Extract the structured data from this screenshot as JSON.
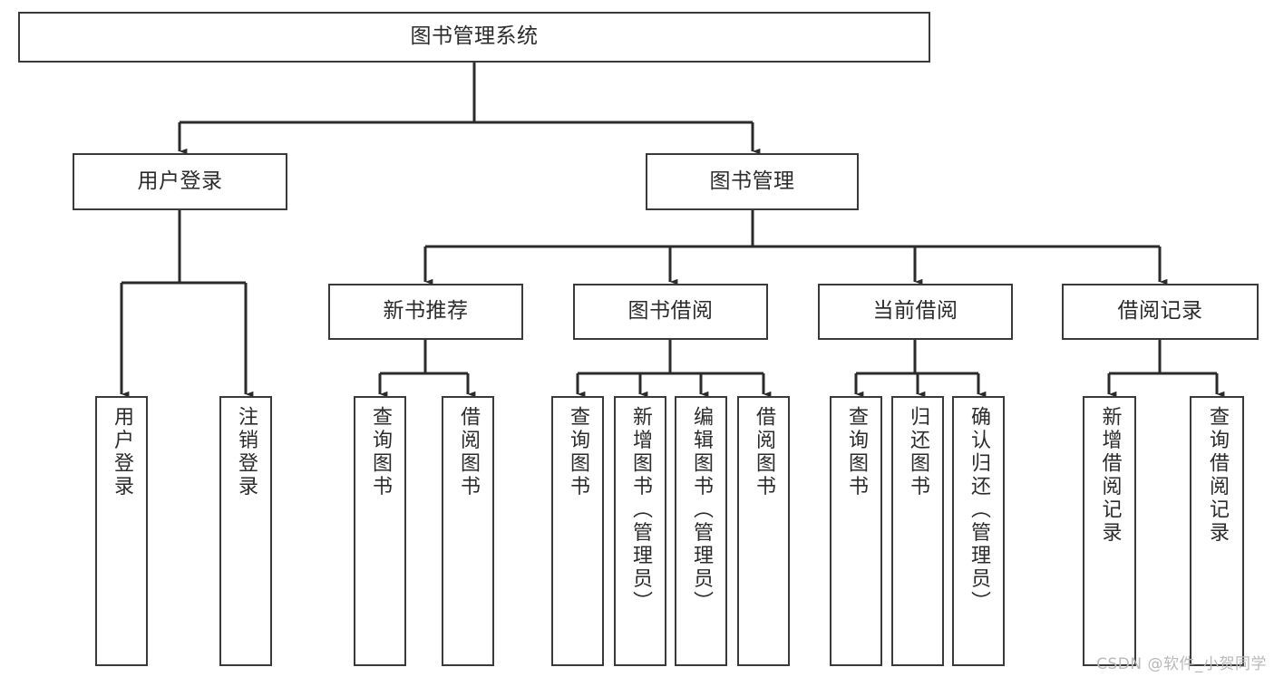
{
  "diagram": {
    "title": "图书管理系统",
    "type": "hierarchy-tree",
    "watermark": "CSDN @软件_小贺同学",
    "colors": {
      "box_border": "#3a3a3a",
      "box_fill": "#ffffff",
      "text": "#2b2b2b",
      "connector": "#2b2b2b",
      "watermark": "#b9b9b9",
      "background": "#ffffff"
    },
    "nodes": {
      "root": {
        "label": "图书管理系统"
      },
      "level2": [
        {
          "label": "用户登录"
        },
        {
          "label": "图书管理"
        }
      ],
      "level3": [
        {
          "label": "新书推荐"
        },
        {
          "label": "图书借阅"
        },
        {
          "label": "当前借阅"
        },
        {
          "label": "借阅记录"
        }
      ],
      "leaves": {
        "user_login": [
          {
            "label": "用户登录"
          },
          {
            "label": "注销登录"
          }
        ],
        "new_book_recommend": [
          {
            "label": "查询图书"
          },
          {
            "label": "借阅图书"
          }
        ],
        "book_borrow": [
          {
            "label": "查询图书"
          },
          {
            "label": "新增图书（管理员）"
          },
          {
            "label": "编辑图书（管理员）"
          },
          {
            "label": "借阅图书"
          }
        ],
        "current_borrow": [
          {
            "label": "查询图书"
          },
          {
            "label": "归还图书"
          },
          {
            "label": "确认归还（管理员）"
          }
        ],
        "borrow_record": [
          {
            "label": "新增借阅记录"
          },
          {
            "label": "查询借阅记录"
          }
        ]
      }
    }
  }
}
